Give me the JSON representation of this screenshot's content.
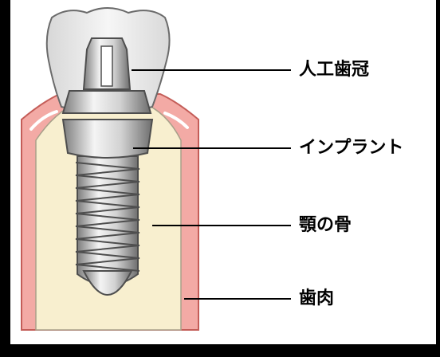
{
  "labels": {
    "crown": "人工歯冠",
    "implant": "インプラント",
    "jaw_bone": "顎の骨",
    "gum": "歯肉"
  },
  "colors": {
    "background": "#000000",
    "panel": "#ffffff",
    "gum": "#f3aaa5",
    "gum_outline": "#c45d58",
    "bone": "#f8efcf",
    "crown": "#e8e8e8",
    "metal": "#c9c9c9",
    "leader_line": "#000000"
  }
}
